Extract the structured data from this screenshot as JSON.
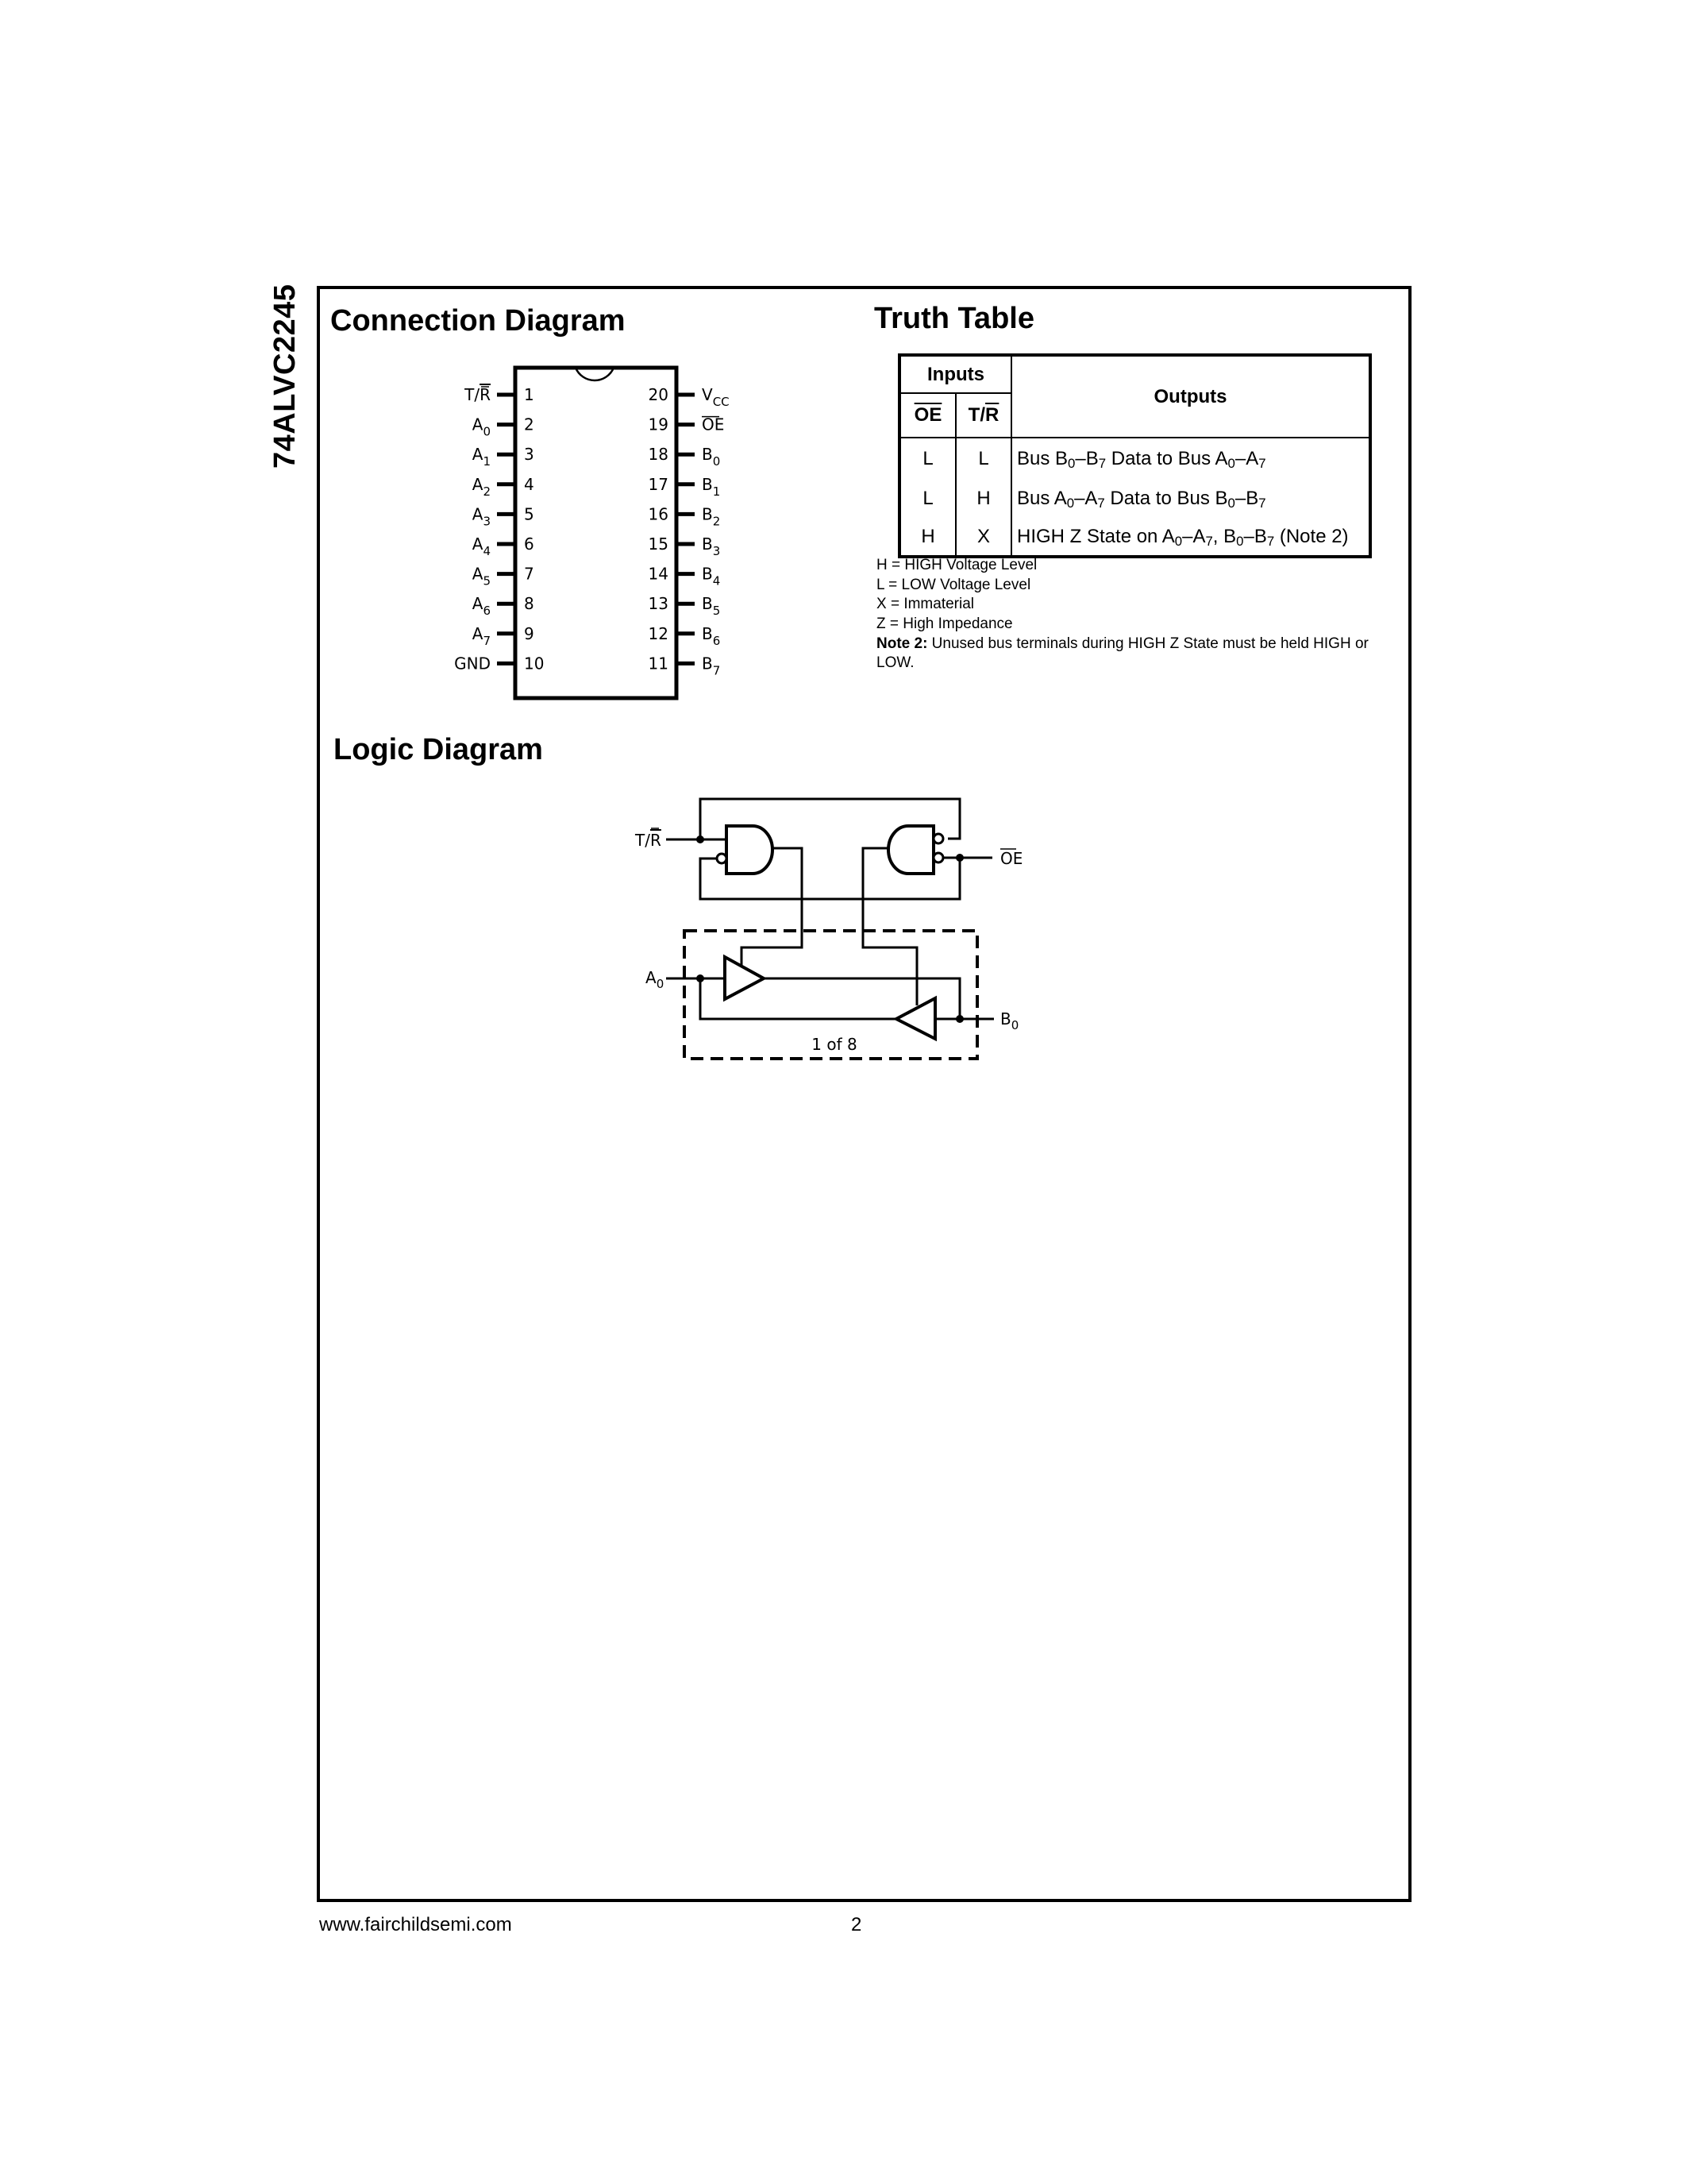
{
  "document": {
    "side_label": "74ALVC2245",
    "footer_url": "www.fairchildsemi.com",
    "page_number": "2"
  },
  "connection_diagram": {
    "title": "Connection Diagram",
    "left_pins": [
      {
        "num": "1",
        "name": "T/R",
        "overbar": "R",
        "base": "T/"
      },
      {
        "num": "2",
        "name": "A",
        "sub": "0"
      },
      {
        "num": "3",
        "name": "A",
        "sub": "1"
      },
      {
        "num": "4",
        "name": "A",
        "sub": "2"
      },
      {
        "num": "5",
        "name": "A",
        "sub": "3"
      },
      {
        "num": "6",
        "name": "A",
        "sub": "4"
      },
      {
        "num": "7",
        "name": "A",
        "sub": "5"
      },
      {
        "num": "8",
        "name": "A",
        "sub": "6"
      },
      {
        "num": "9",
        "name": "A",
        "sub": "7"
      },
      {
        "num": "10",
        "name": "GND"
      }
    ],
    "right_pins": [
      {
        "num": "20",
        "name": "V",
        "sub": "CC"
      },
      {
        "num": "19",
        "name": "OE",
        "overbar_all": true
      },
      {
        "num": "18",
        "name": "B",
        "sub": "0"
      },
      {
        "num": "17",
        "name": "B",
        "sub": "1"
      },
      {
        "num": "16",
        "name": "B",
        "sub": "2"
      },
      {
        "num": "15",
        "name": "B",
        "sub": "3"
      },
      {
        "num": "14",
        "name": "B",
        "sub": "4"
      },
      {
        "num": "13",
        "name": "B",
        "sub": "5"
      },
      {
        "num": "12",
        "name": "B",
        "sub": "6"
      },
      {
        "num": "11",
        "name": "B",
        "sub": "7"
      }
    ]
  },
  "truth_table": {
    "title": "Truth Table",
    "inputs_header": "Inputs",
    "outputs_header": "Outputs",
    "col_oe": "OE",
    "col_tr_base": "T/",
    "col_tr_bar": "R",
    "rows": [
      {
        "oe": "L",
        "tr": "L",
        "out": [
          [
            "Bus B",
            "0",
            "–B",
            "7",
            " Data to Bus A",
            "0",
            "–A",
            "7"
          ]
        ]
      },
      {
        "oe": "L",
        "tr": "H",
        "out": [
          [
            "Bus A",
            "0",
            "–A",
            "7",
            " Data to Bus B",
            "0",
            "–B",
            "7"
          ]
        ]
      },
      {
        "oe": "H",
        "tr": "X",
        "out": [
          [
            "HIGH Z State on A",
            "0",
            "–A",
            "7",
            ", B",
            "0",
            "–B",
            "7",
            " (Note 2)"
          ]
        ]
      }
    ],
    "legend": [
      "H = HIGH Voltage Level",
      "L = LOW Voltage Level",
      "X = Immaterial",
      "Z = High Impedance"
    ],
    "note_label": "Note 2:",
    "note_text": " Unused bus terminals during HIGH Z State must be held HIGH or LOW."
  },
  "logic_diagram": {
    "title": "Logic Diagram",
    "label_tr_base": "T/",
    "label_tr_bar": "R",
    "label_oe": "OE",
    "label_a": "A",
    "label_a_sub": "0",
    "label_b": "B",
    "label_b_sub": "0",
    "caption": "1 of 8"
  }
}
